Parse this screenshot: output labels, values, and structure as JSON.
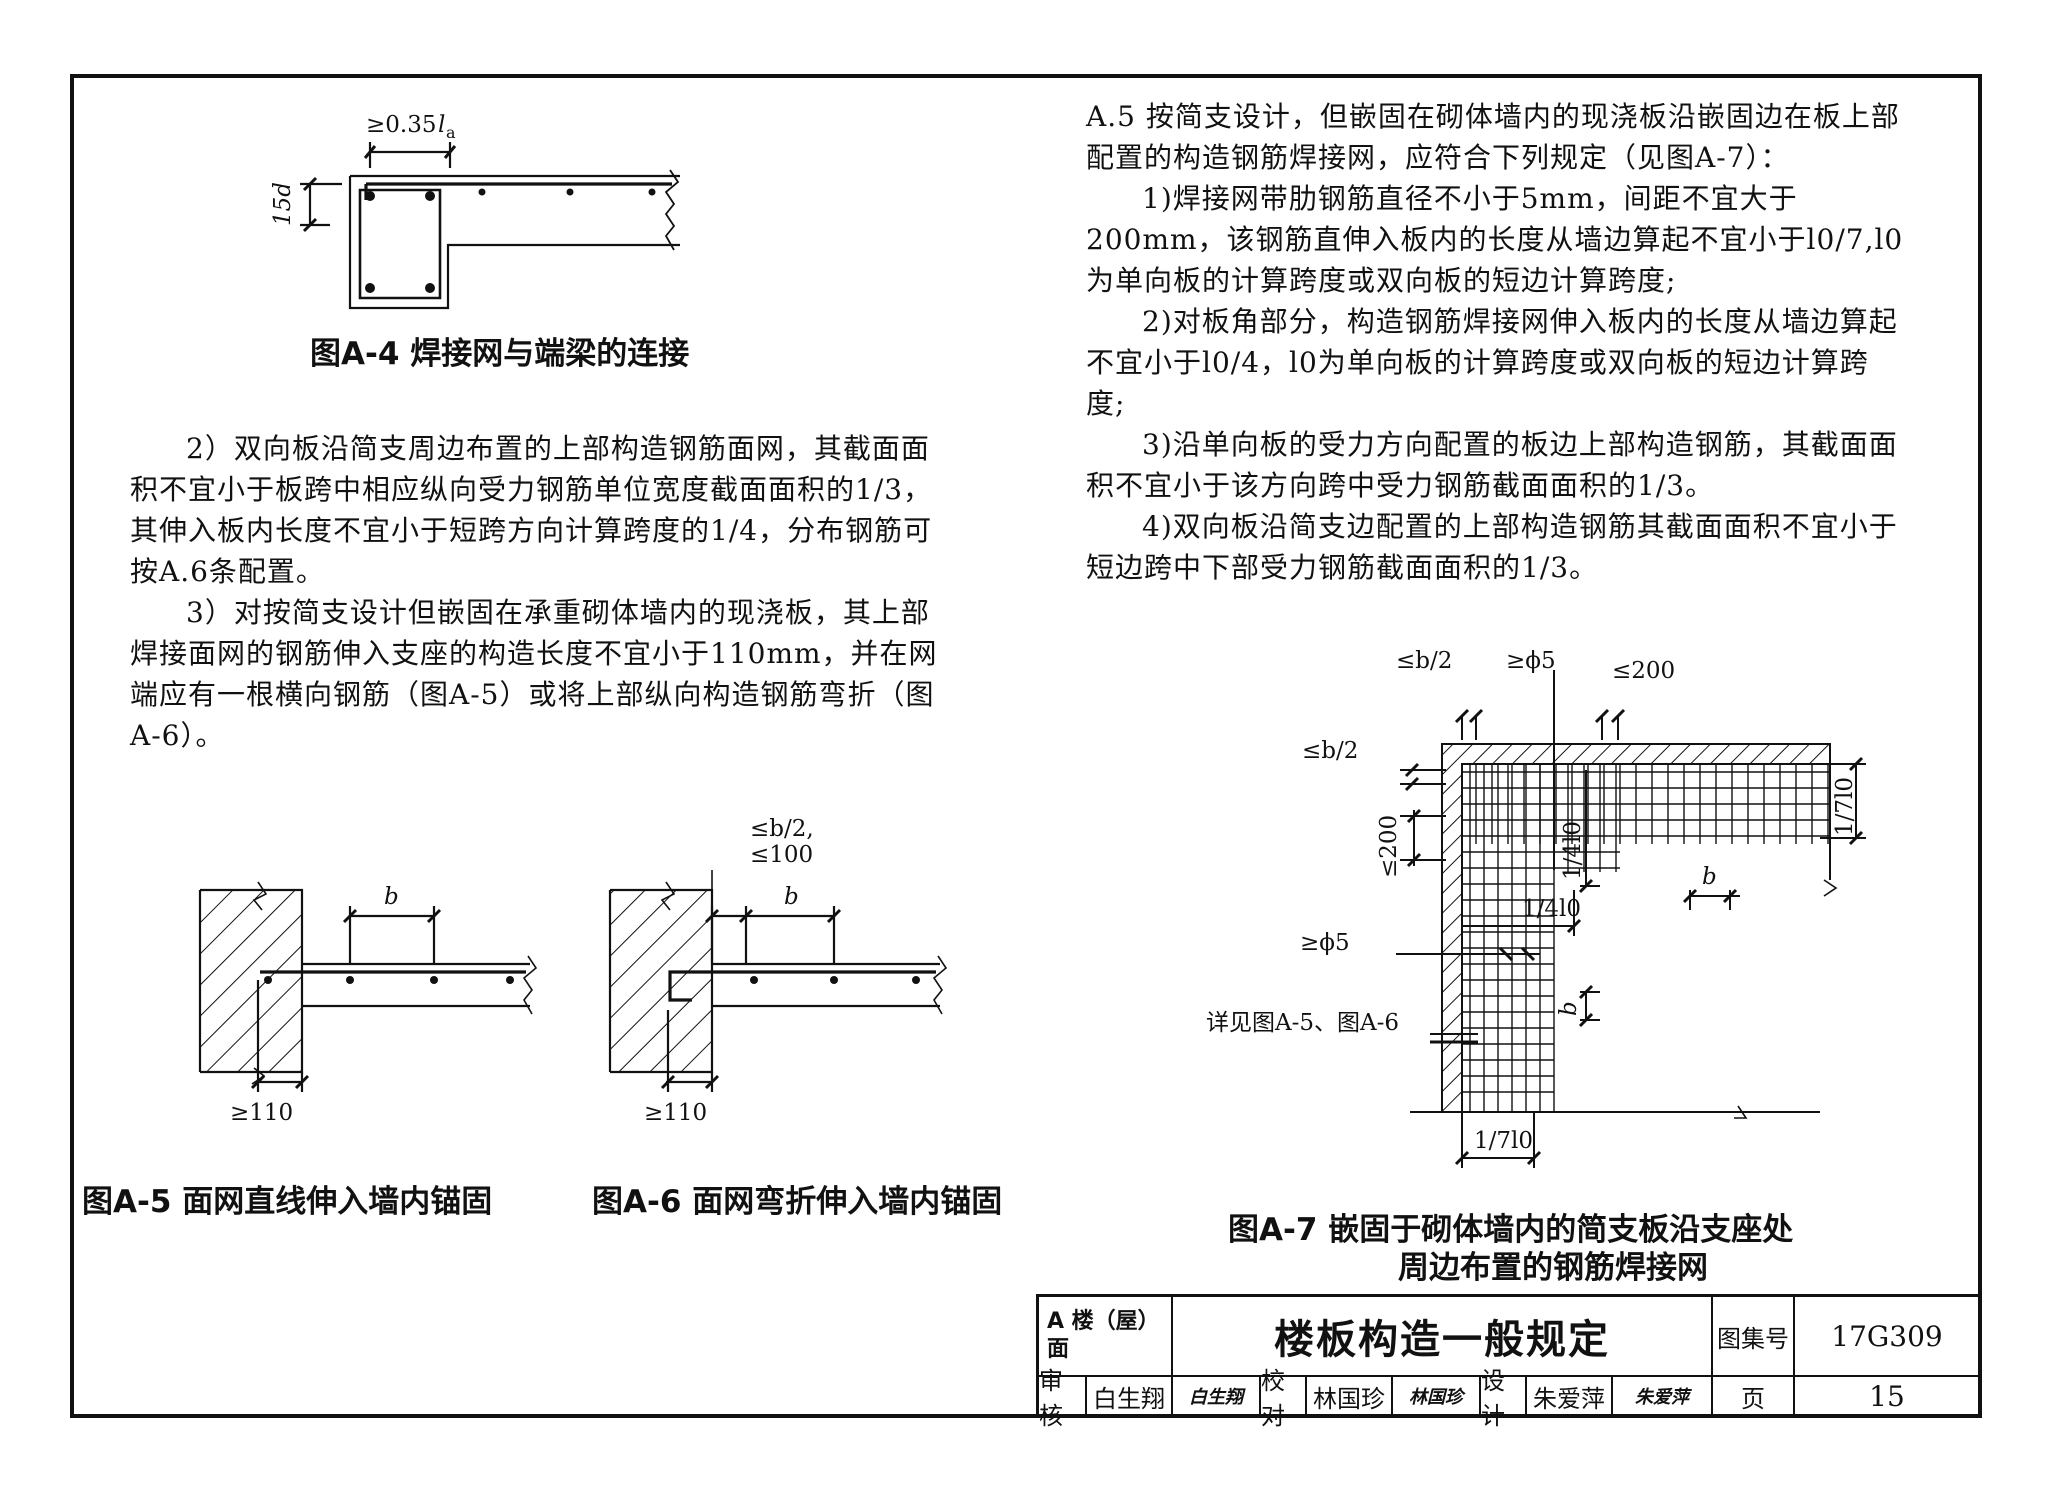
{
  "fig_a4": {
    "caption": "图A-4 焊接网与端梁的连接",
    "dim_top": "≥0.35",
    "dim_top_sym": "l",
    "dim_top_sub": "a",
    "dim_side": "15d"
  },
  "left_text": {
    "p2": "2）双向板沿简支周边布置的上部构造钢筋面网，其截面面积不宜小于板跨中相应纵向受力钢筋单位宽度截面面积的1/3，其伸入板内长度不宜小于短跨方向计算跨度的1/4，分布钢筋可按A.6条配置。",
    "p3": "3）对按简支设计但嵌固在承重砌体墙内的现浇板，其上部焊接面网的钢筋伸入支座的构造长度不宜小于110mm，并在网端应有一根横向钢筋（图A-5）或将上部纵向构造钢筋弯折（图A-6）。"
  },
  "right_text": {
    "a5": "A.5 按简支设计，但嵌固在砌体墙内的现浇板沿嵌固边在板上部配置的构造钢筋焊接网，应符合下列规定（见图A-7）：",
    "i1": "1)焊接网带肋钢筋直径不小于5mm，间距不宜大于200mm，该钢筋直伸入板内的长度从墙边算起不宜小于l0/7,l0为单向板的计算跨度或双向板的短边计算跨度;",
    "i2": "2)对板角部分，构造钢筋焊接网伸入板内的长度从墙边算起不宜小于l0/4，l0为单向板的计算跨度或双向板的短边计算跨度;",
    "i3": "3)沿单向板的受力方向配置的板边上部构造钢筋，其截面面积不宜小于该方向跨中受力钢筋截面面积的1/3。",
    "i4": "4)双向板沿简支边配置的上部构造钢筋其截面面积不宜小于短边跨中下部受力钢筋截面面积的1/3。"
  },
  "fig_a5": {
    "caption": "图A-5 面网直线伸入墙内锚固",
    "dim_b": "b",
    "dim_110": "≥110"
  },
  "fig_a6": {
    "caption": "图A-6 面网弯折伸入墙内锚固",
    "dim_b": "b",
    "dim_top1": "≤b/2,",
    "dim_top2": "≤100",
    "dim_110": "≥110"
  },
  "fig_a7": {
    "caption_line1": "图A-7 嵌固于砌体墙内的简支板沿支座处",
    "caption_line2": "周边布置的钢筋焊接网",
    "dim_b2_top": "≤b/2",
    "dim_phi5_top": "≥ϕ5",
    "dim_200_top": "≤200",
    "dim_b2_left": "≤b/2",
    "dim_200_left": "≤200",
    "dim_quarter_v": "1/4l0",
    "dim_quarter_h": "1/4l0",
    "dim_phi5_left": "≥ϕ5",
    "dim_b_mid": "b",
    "dim_b_lower": "b",
    "dim_seventh_right": "1/7l0",
    "dim_seventh_bottom": "1/7l0",
    "ref_note": "详见图A-5、图A-6"
  },
  "title_block": {
    "section": "A 楼（屋）面",
    "title": "楼板构造一般规定",
    "atlas_label": "图集号",
    "atlas_no": "17G309",
    "review_label": "审核",
    "reviewer": "白生翔",
    "reviewer_sig": "白生翔",
    "check_label": "校对",
    "checker": "林国珍",
    "checker_sig": "林国珍",
    "design_label": "设计",
    "designer": "朱爱萍",
    "designer_sig": "朱爱萍",
    "page_label": "页",
    "page_no": "15"
  }
}
